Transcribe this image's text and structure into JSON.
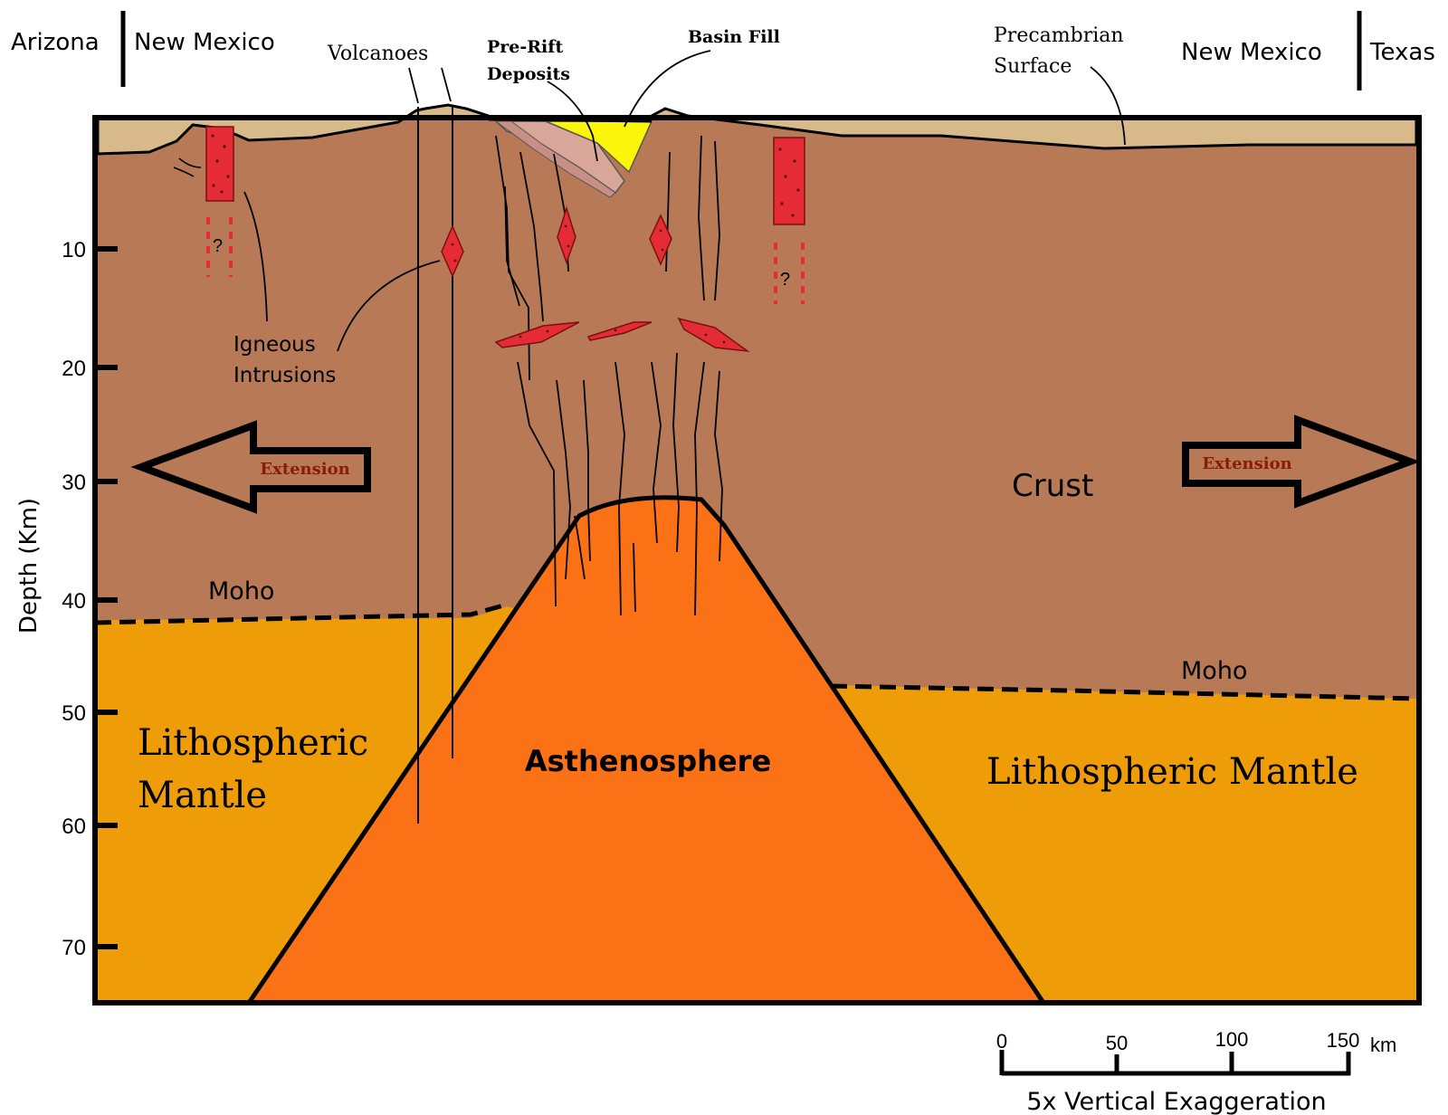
{
  "states": {
    "top_left": [
      "Arizona",
      "New Mexico"
    ],
    "top_right": [
      "New Mexico",
      "Texas"
    ]
  },
  "labels": {
    "volcanoes": "Volcanoes",
    "pre_rift_line1": "Pre-Rift",
    "pre_rift_line2": "Deposits",
    "basin_fill": "Basin Fill",
    "precambrian_line1": "Precambrian",
    "precambrian_line2": "Surface",
    "igneous_line1": "Igneous",
    "igneous_line2": "Intrusions",
    "extension_left": "Extension",
    "extension_right": "Extension",
    "crust": "Crust",
    "moho_left": "Moho",
    "moho_right": "Moho",
    "lith_left_line1": "Lithospheric",
    "lith_left_line2": "Mantle",
    "lith_right": "Lithospheric Mantle",
    "asthenosphere": "Asthenosphere",
    "question_mark": "?"
  },
  "axis": {
    "label": "Depth (Km)",
    "ticks": [
      "10",
      "20",
      "30",
      "40",
      "50",
      "60",
      "70"
    ]
  },
  "scale_bar": {
    "ticks": [
      "0",
      "50",
      "100",
      "150"
    ],
    "unit": "km",
    "caption": "5x Vertical Exaggeration"
  },
  "colors": {
    "surface": "#d8b98a",
    "crust": "#b87a56",
    "mantle": "#ee9c08",
    "asthenosphere": "#fb7216",
    "intrusion": "#e52c36",
    "basin_fill": "#fbf50b",
    "pre_rift": "#d9a79a",
    "outline": "#000000"
  }
}
